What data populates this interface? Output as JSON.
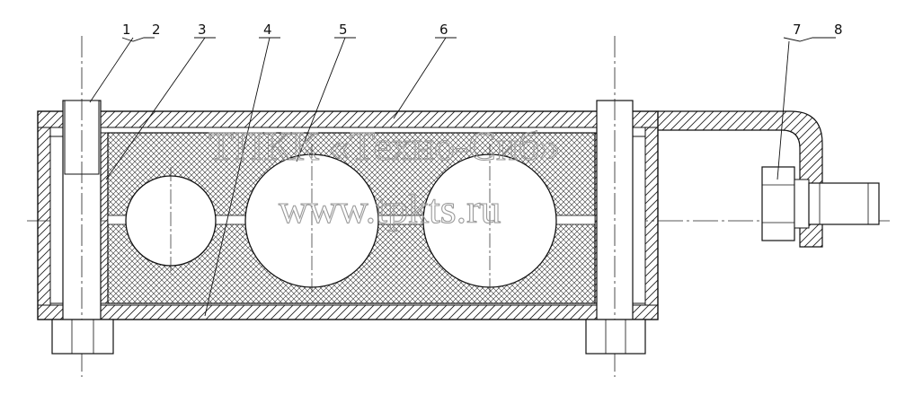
{
  "callouts": [
    "1",
    "2",
    "3",
    "4",
    "5",
    "6",
    "7",
    "8"
  ],
  "watermark": {
    "line1": "ТПКК «Техно-Сиб»",
    "line2": "www.tpkts.ru"
  },
  "colors": {
    "line": "#111111",
    "watermark": "#9a9a9a"
  }
}
